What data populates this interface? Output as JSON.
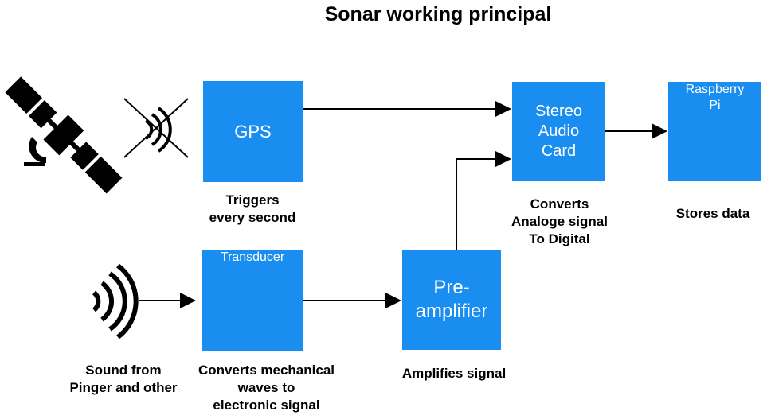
{
  "title": "Sonar working principal",
  "colors": {
    "box": "#1a8ef0",
    "box_text": "#ffffff",
    "line": "#000000"
  },
  "icons": {
    "satellite": "satellite-icon",
    "blocked_signal": "blocked-signal-icon",
    "sound_waves": "sound-waves-icon"
  },
  "boxes": {
    "gps": "GPS",
    "stereo_audio_card": "Stereo\nAudio\nCard",
    "raspberry_pi": "Raspberry\nPi",
    "transducer": "Transducer",
    "pre_amplifier": "Pre-\namplifier"
  },
  "captions": {
    "gps": "Triggers\nevery second",
    "stereo_audio_card": "Converts\nAnaloge signal\nTo Digital",
    "raspberry_pi": "Stores data",
    "sound_source": "Sound from\nPinger and other",
    "transducer": "Converts mechanical\nwaves to\nelectronic signal",
    "pre_amplifier": "Amplifies signal"
  }
}
